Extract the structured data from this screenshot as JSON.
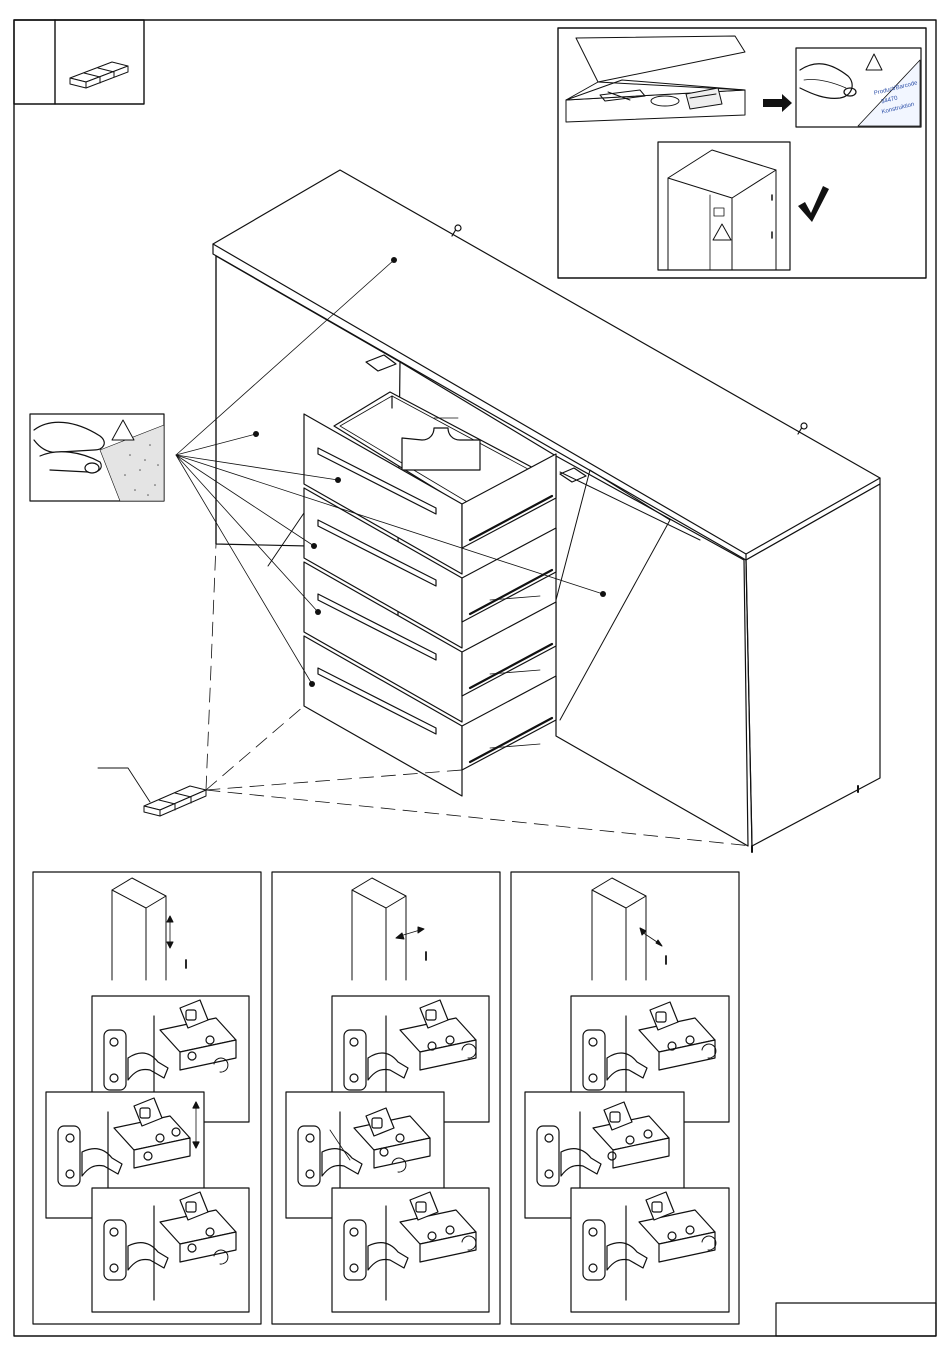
{
  "page": {
    "step_number": "",
    "page_number": ""
  },
  "label_sticker": {
    "lines": [
      "Product/Barcode",
      "34470",
      "Konstruktion"
    ]
  },
  "icons": {
    "arrow": "arrow-right-icon",
    "check": "check-mark-icon",
    "warning": "warning-triangle-icon"
  },
  "hinge_panels": [
    {
      "direction": "vertical",
      "note": ""
    },
    {
      "direction": "horizontal",
      "note": ""
    },
    {
      "direction": "depth",
      "note": ""
    }
  ]
}
